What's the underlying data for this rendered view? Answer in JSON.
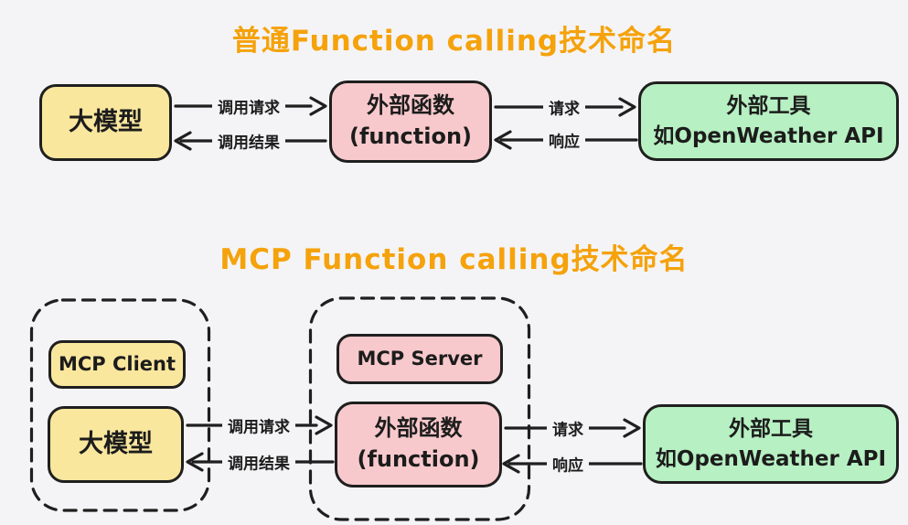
{
  "colors": {
    "background": "#f4f4f6",
    "title_orange": "#f5a20b",
    "node_yellow": "#fae79e",
    "node_pink": "#f8c9cc",
    "node_green": "#b7f0c2",
    "line_dark": "#1f1f1f"
  },
  "top_section": {
    "title": "普通Function calling技术命名",
    "nodes": {
      "llm": "大模型",
      "function_line1": "外部函数",
      "function_line2": "(function)",
      "tool_line1": "外部工具",
      "tool_line2": "如OpenWeather API"
    },
    "arrows": {
      "call_request": "调用请求",
      "call_result": "调用结果",
      "request": "请求",
      "response": "响应"
    }
  },
  "bottom_section": {
    "title": "MCP Function calling技术命名",
    "groups": {
      "client_group_contains": [
        "MCP Client",
        "大模型"
      ],
      "server_group_contains": [
        "MCP Server",
        "外部函数 (function)"
      ]
    },
    "nodes": {
      "mcp_client": "MCP Client",
      "llm": "大模型",
      "mcp_server": "MCP Server",
      "function_line1": "外部函数",
      "function_line2": "(function)",
      "tool_line1": "外部工具",
      "tool_line2": "如OpenWeather API"
    },
    "arrows": {
      "call_request": "调用请求",
      "call_result": "调用结果",
      "request": "请求",
      "response": "响应"
    }
  }
}
